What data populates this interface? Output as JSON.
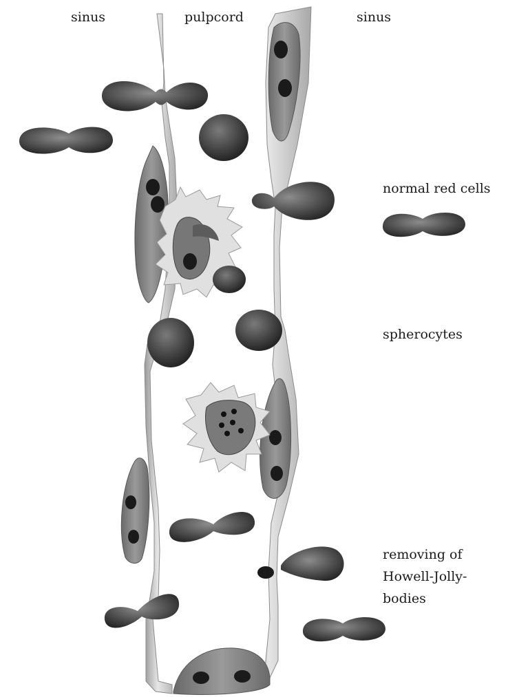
{
  "labels": {
    "sinus_left": "sinus",
    "pulpcord": "pulpcord",
    "sinus_right": "sinus",
    "normal_red_cells": "normal red cells",
    "spherocytes": "spherocytes",
    "howell_jolly": [
      "removing of",
      "Howell-Jolly-",
      "bodies"
    ]
  },
  "colors": {
    "cell_dark": "#2e2e2e",
    "cell_mid": "#6d6d6d",
    "wall": "#d9d9d9",
    "wall_edge": "#8a8a8a",
    "nucleus": "#1a1a1a"
  }
}
